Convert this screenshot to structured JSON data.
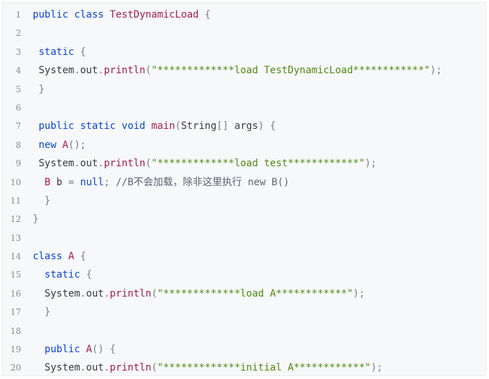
{
  "editor": {
    "language": "java",
    "colors": {
      "background": "#f6f8fa",
      "line_number": "#8b8b8b",
      "keyword": "#0b47d5",
      "class_name": "#a51d4f",
      "method": "#a51d4f",
      "string": "#4f8a10",
      "punctuation": "#7a7f87",
      "text": "#383a42",
      "comment": "#5c6370"
    },
    "lines": [
      {
        "number": "1",
        "indent": " ",
        "tokens": [
          [
            "kw",
            "public"
          ],
          [
            "pl",
            " "
          ],
          [
            "kw",
            "class"
          ],
          [
            "pl",
            " "
          ],
          [
            "cls",
            "TestDynamicLoad"
          ],
          [
            "pl",
            " "
          ],
          [
            "pun",
            "{"
          ]
        ]
      },
      {
        "number": "2",
        "indent": "",
        "tokens": []
      },
      {
        "number": "3",
        "indent": "  ",
        "tokens": [
          [
            "kw",
            "static"
          ],
          [
            "pl",
            " "
          ],
          [
            "pun",
            "{"
          ]
        ]
      },
      {
        "number": "4",
        "indent": "  ",
        "tokens": [
          [
            "pl",
            "System"
          ],
          [
            "pun",
            "."
          ],
          [
            "pl",
            "out"
          ],
          [
            "pun",
            "."
          ],
          [
            "fn",
            "println"
          ],
          [
            "pun",
            "("
          ],
          [
            "str",
            "\"*************load TestDynamicLoad************\""
          ],
          [
            "pun",
            ");"
          ]
        ]
      },
      {
        "number": "5",
        "indent": "  ",
        "tokens": [
          [
            "pun",
            "}"
          ]
        ]
      },
      {
        "number": "6",
        "indent": "",
        "tokens": []
      },
      {
        "number": "7",
        "indent": "  ",
        "tokens": [
          [
            "kw",
            "public"
          ],
          [
            "pl",
            " "
          ],
          [
            "kw",
            "static"
          ],
          [
            "pl",
            " "
          ],
          [
            "kw",
            "void"
          ],
          [
            "pl",
            " "
          ],
          [
            "fn",
            "main"
          ],
          [
            "pun",
            "("
          ],
          [
            "pl",
            "String"
          ],
          [
            "pun",
            "[]"
          ],
          [
            "pl",
            " args"
          ],
          [
            "pun",
            ")"
          ],
          [
            "pl",
            " "
          ],
          [
            "pun",
            "{"
          ]
        ]
      },
      {
        "number": "8",
        "indent": "  ",
        "tokens": [
          [
            "kw",
            "new"
          ],
          [
            "pl",
            " "
          ],
          [
            "cls",
            "A"
          ],
          [
            "pun",
            "();"
          ]
        ]
      },
      {
        "number": "9",
        "indent": "  ",
        "tokens": [
          [
            "pl",
            "System"
          ],
          [
            "pun",
            "."
          ],
          [
            "pl",
            "out"
          ],
          [
            "pun",
            "."
          ],
          [
            "fn",
            "println"
          ],
          [
            "pun",
            "("
          ],
          [
            "str",
            "\"*************load test************\""
          ],
          [
            "pun",
            ");"
          ]
        ]
      },
      {
        "number": "10",
        "indent": "   ",
        "tokens": [
          [
            "cls",
            "B"
          ],
          [
            "pl",
            " b "
          ],
          [
            "pun",
            "="
          ],
          [
            "pl",
            " "
          ],
          [
            "lit",
            "null"
          ],
          [
            "pun",
            ";"
          ],
          [
            "pl",
            " "
          ],
          [
            "cm",
            "//B不会加载，除非这里执行 new B()"
          ]
        ]
      },
      {
        "number": "11",
        "indent": "   ",
        "tokens": [
          [
            "pun",
            "}"
          ]
        ]
      },
      {
        "number": "12",
        "indent": " ",
        "tokens": [
          [
            "pun",
            "}"
          ]
        ]
      },
      {
        "number": "13",
        "indent": "",
        "tokens": []
      },
      {
        "number": "14",
        "indent": " ",
        "tokens": [
          [
            "kw",
            "class"
          ],
          [
            "pl",
            " "
          ],
          [
            "cls",
            "A"
          ],
          [
            "pl",
            " "
          ],
          [
            "pun",
            "{"
          ]
        ]
      },
      {
        "number": "15",
        "indent": "   ",
        "tokens": [
          [
            "kw",
            "static"
          ],
          [
            "pl",
            " "
          ],
          [
            "pun",
            "{"
          ]
        ]
      },
      {
        "number": "16",
        "indent": "   ",
        "tokens": [
          [
            "pl",
            "System"
          ],
          [
            "pun",
            "."
          ],
          [
            "pl",
            "out"
          ],
          [
            "pun",
            "."
          ],
          [
            "fn",
            "println"
          ],
          [
            "pun",
            "("
          ],
          [
            "str",
            "\"*************load A************\""
          ],
          [
            "pun",
            ");"
          ]
        ]
      },
      {
        "number": "17",
        "indent": "   ",
        "tokens": [
          [
            "pun",
            "}"
          ]
        ]
      },
      {
        "number": "18",
        "indent": "",
        "tokens": []
      },
      {
        "number": "19",
        "indent": "   ",
        "tokens": [
          [
            "kw",
            "public"
          ],
          [
            "pl",
            " "
          ],
          [
            "cls",
            "A"
          ],
          [
            "pun",
            "()"
          ],
          [
            "pl",
            " "
          ],
          [
            "pun",
            "{"
          ]
        ]
      },
      {
        "number": "20",
        "indent": "   ",
        "tokens": [
          [
            "pl",
            "System"
          ],
          [
            "pun",
            "."
          ],
          [
            "pl",
            "out"
          ],
          [
            "pun",
            "."
          ],
          [
            "fn",
            "println"
          ],
          [
            "pun",
            "("
          ],
          [
            "str",
            "\"*************initial A************\""
          ],
          [
            "pun",
            ");"
          ]
        ]
      }
    ]
  }
}
